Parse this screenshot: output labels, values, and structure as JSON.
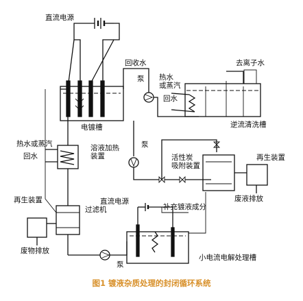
{
  "labels": {
    "dc_power_top": "直流电源",
    "recycled_water": "回收水",
    "deionized_water": "去离子水",
    "pump_top": "泵",
    "hot_water_steam_right": "热水\n或蒸汽",
    "return_water_right": "回水",
    "electroplating_tank": "电镀槽",
    "countercurrent_rinse_tank": "逆流清洗槽",
    "hot_water_steam_left": "热水或蒸汽",
    "return_water_left": "回水",
    "solution_heating_device": "溶液加热\n装置",
    "pump_middle": "泵",
    "activated_carbon_adsorption": "活性炭\n吸附装置",
    "regeneration_device_right": "再生装置",
    "waste_liquid_discharge": "废液排放",
    "regeneration_device_left": "再生装置",
    "filter": "过滤机",
    "dc_power_bottom": "直流电源",
    "replenish_components": "补充镀液成分",
    "waste_discharge": "废物排放",
    "pump_bottom": "泵",
    "low_current_electrolysis_tank": "小电流电解处理槽"
  },
  "caption": "图1 镀液杂质处理的封闭循环系统",
  "colors": {
    "caption": "#d8902a",
    "line": "#111111"
  }
}
